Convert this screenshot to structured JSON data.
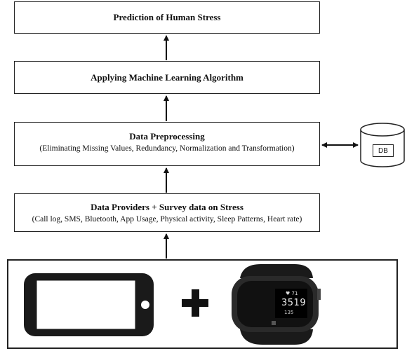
{
  "boxes": {
    "prediction": {
      "title": "Prediction of Human Stress"
    },
    "ml": {
      "title": "Applying Machine Learning Algorithm"
    },
    "preprocessing": {
      "title": "Data Preprocessing",
      "details": "(Eliminating Missing Values, Redundancy, Normalization and Transformation)"
    },
    "providers": {
      "title": "Data Providers + Survey data on Stress",
      "details": "(Call log, SMS, Bluetooth, App Usage, Physical activity, Sleep Patterns, Heart rate)"
    }
  },
  "database": {
    "label": "DB"
  },
  "devices": {
    "plus_symbol": "+",
    "watch_time": "3519",
    "watch_small_top": "♥ 71",
    "watch_small_bottom": "135"
  },
  "colors": {
    "stroke": "#222222",
    "device": "#1a1a1a"
  }
}
